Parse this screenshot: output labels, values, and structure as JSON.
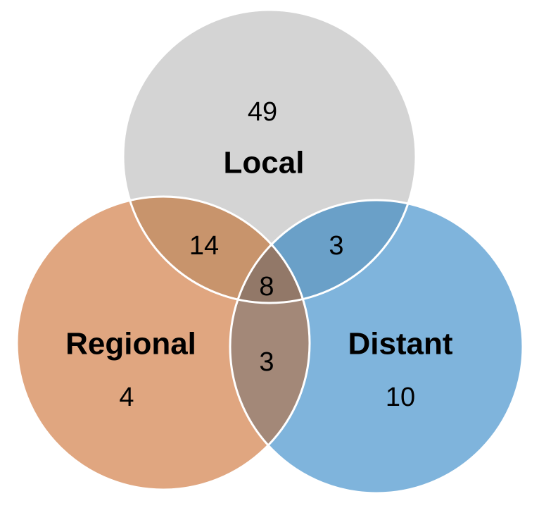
{
  "diagram": {
    "type": "venn",
    "sets": [
      {
        "key": "local",
        "label": "Local",
        "only_count": "49",
        "color": "#d4d4d4"
      },
      {
        "key": "regional",
        "label": "Regional",
        "only_count": "4",
        "color": "#e0a680"
      },
      {
        "key": "distant",
        "label": "Distant",
        "only_count": "10",
        "color": "#7fb4dc"
      }
    ],
    "intersections": {
      "local_regional": "14",
      "local_distant": "3",
      "regional_distant": "3",
      "all_three": "8"
    },
    "intersection_colors": {
      "local_regional": "#c8946c",
      "local_distant": "#6aa0c8",
      "regional_distant": "#a38878",
      "all_three": "#927868"
    }
  }
}
